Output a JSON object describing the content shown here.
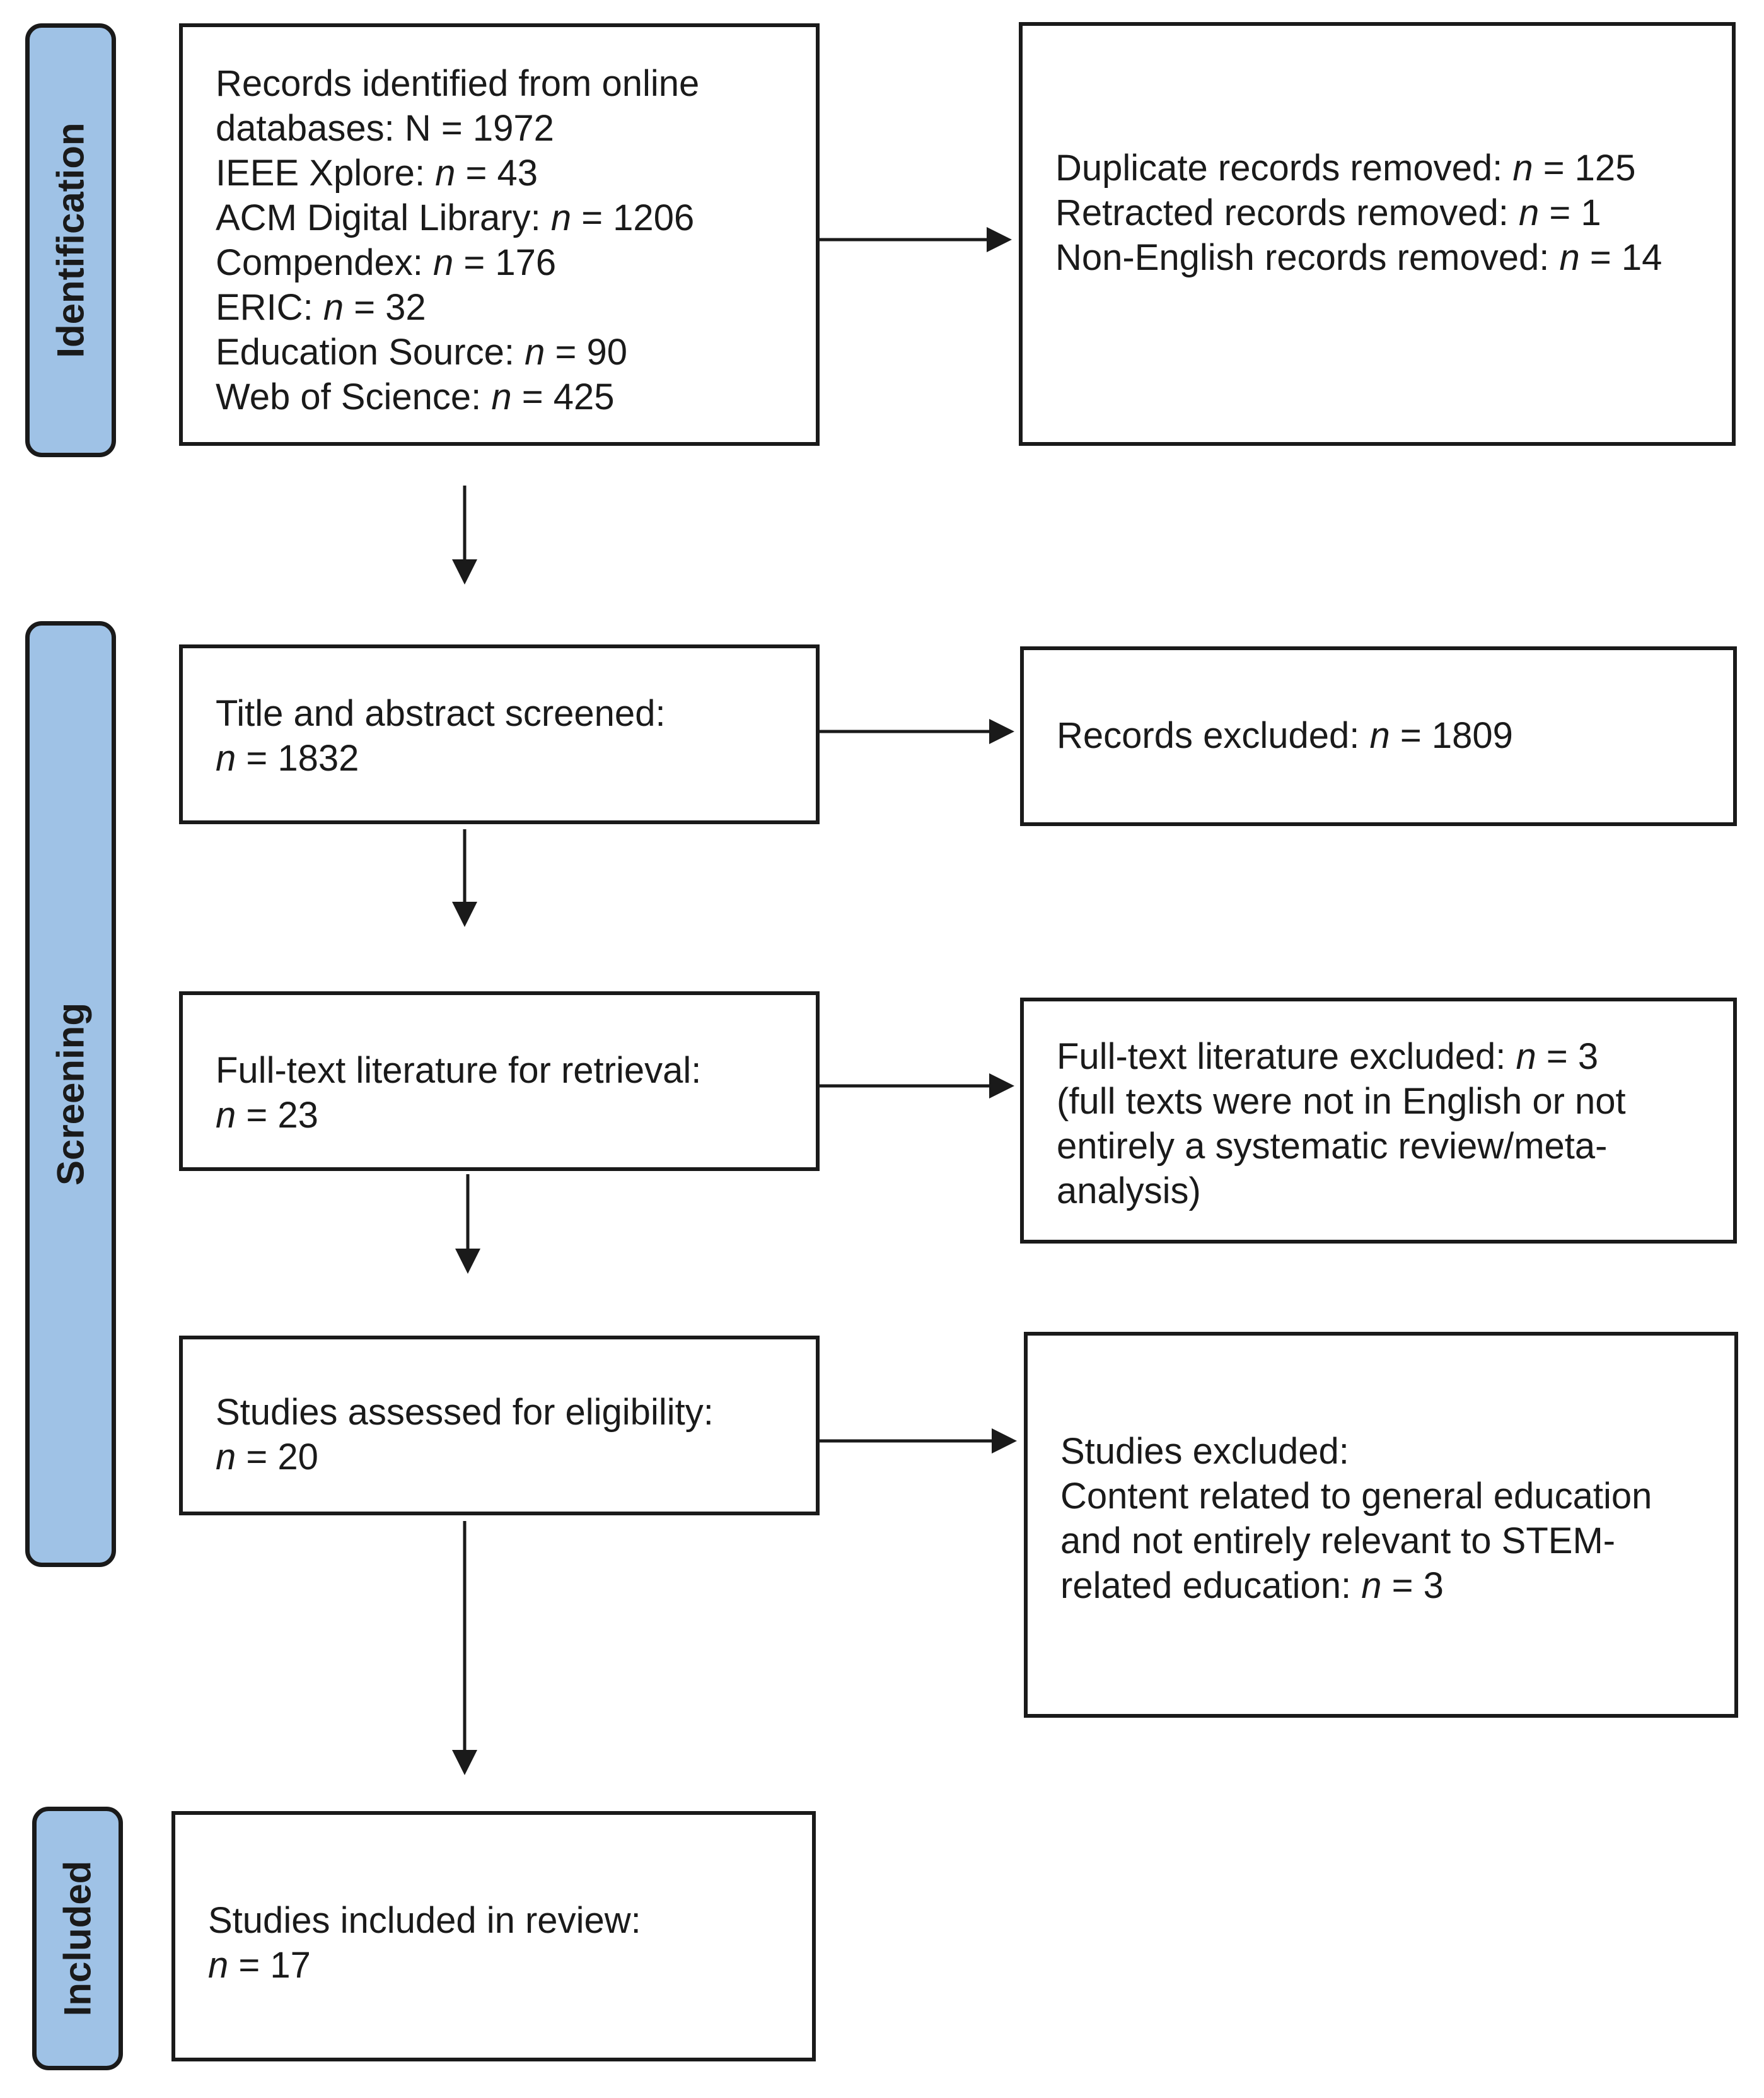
{
  "phases": {
    "identification": "Identification",
    "screening": "Screening",
    "included": "Included"
  },
  "boxes": {
    "records_identified": [
      {
        "pre": "Records identified from online",
        "n": "",
        "post": ""
      },
      {
        "pre": "databases: N = 1972",
        "n": "",
        "post": ""
      },
      {
        "pre": "IEEE Xplore: ",
        "n": "n",
        "post": " = 43"
      },
      {
        "pre": "ACM Digital Library: ",
        "n": "n",
        "post": " = 1206"
      },
      {
        "pre": "Compendex: ",
        "n": "n",
        "post": " = 176"
      },
      {
        "pre": "ERIC: ",
        "n": "n",
        "post": " = 32"
      },
      {
        "pre": "Education Source: ",
        "n": "n",
        "post": " = 90"
      },
      {
        "pre": "Web of Science: ",
        "n": "n",
        "post": " = 425"
      }
    ],
    "records_removed": [
      {
        "pre": "Duplicate records removed: ",
        "n": "n",
        "post": " = 125"
      },
      {
        "pre": "Retracted records removed: ",
        "n": "n",
        "post": " = 1"
      },
      {
        "pre": "Non-English records removed: ",
        "n": "n",
        "post": " = 14"
      }
    ],
    "title_abstract": [
      {
        "pre": "Title and abstract screened:",
        "n": "",
        "post": ""
      },
      {
        "pre": "",
        "n": "n",
        "post": " = 1832"
      }
    ],
    "records_excluded": [
      {
        "pre": "Records excluded: ",
        "n": "n",
        "post": " = 1809"
      }
    ],
    "fulltext_retrieval": [
      {
        "pre": "Full-text literature for retrieval:",
        "n": "",
        "post": ""
      },
      {
        "pre": "",
        "n": "n",
        "post": " = 23"
      }
    ],
    "fulltext_excluded": [
      {
        "pre": "Full-text literature excluded: ",
        "n": "n",
        "post": " = 3"
      },
      {
        "pre": "(full texts were not in English or not",
        "n": "",
        "post": ""
      },
      {
        "pre": "entirely a systematic review/meta-",
        "n": "",
        "post": ""
      },
      {
        "pre": "analysis)",
        "n": "",
        "post": ""
      }
    ],
    "eligibility": [
      {
        "pre": "Studies assessed for eligibility:",
        "n": "",
        "post": ""
      },
      {
        "pre": "",
        "n": "n",
        "post": " = 20"
      }
    ],
    "studies_excluded": [
      {
        "pre": "Studies excluded:",
        "n": "",
        "post": ""
      },
      {
        "pre": "Content related to general education",
        "n": "",
        "post": ""
      },
      {
        "pre": "and not entirely relevant to STEM-",
        "n": "",
        "post": ""
      },
      {
        "pre": "related education: ",
        "n": "n",
        "post": " = 3"
      }
    ],
    "included": [
      {
        "pre": "Studies included in review:",
        "n": "",
        "post": ""
      },
      {
        "pre": "",
        "n": "n",
        "post": " = 17"
      }
    ]
  }
}
